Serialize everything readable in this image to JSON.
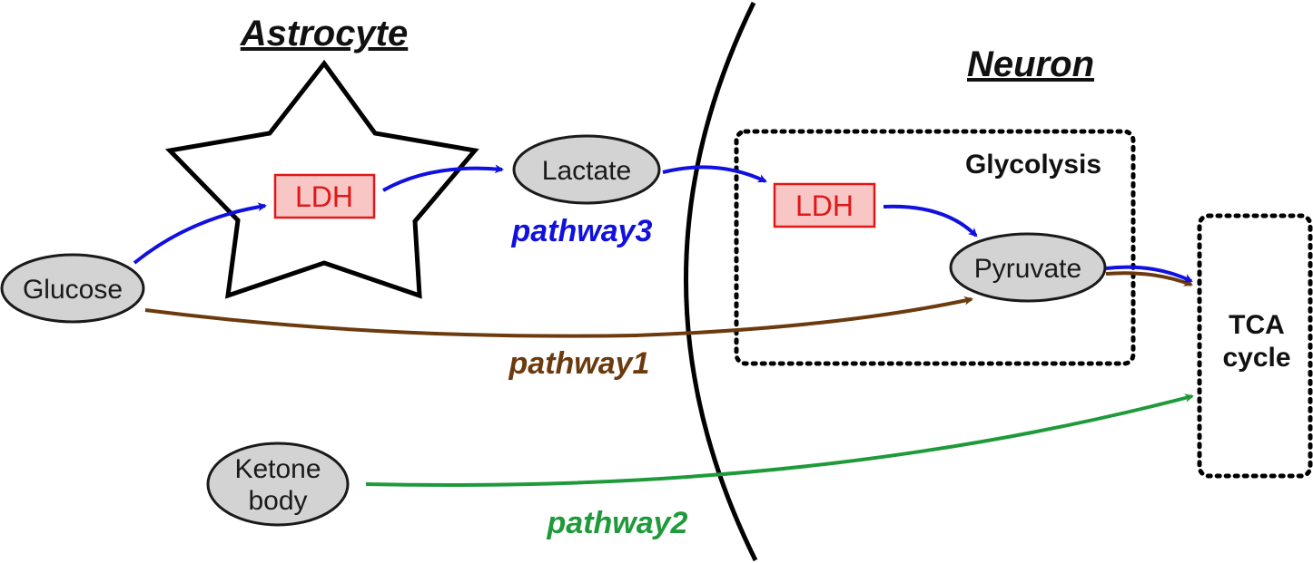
{
  "titles": {
    "astrocyte": "Astrocyte",
    "neuron": "Neuron"
  },
  "nodes": {
    "glucose": "Glucose",
    "lactate": "Lactate",
    "ketone_line1": "Ketone",
    "ketone_line2": "body",
    "pyruvate": "Pyruvate",
    "ldh_astrocyte": "LDH",
    "ldh_neuron": "LDH"
  },
  "boxes": {
    "glycolysis": "Glycolysis",
    "tca_line1": "TCA",
    "tca_line2": "cycle"
  },
  "pathways": {
    "p1": "pathway1",
    "p2": "pathway2",
    "p3": "pathway3"
  },
  "colors": {
    "pathway1": "#6b3a0e",
    "pathway2": "#1f9a3a",
    "pathway3": "#1010e0",
    "ldh_text": "#e01818",
    "ldh_fill": "#f9c6c6",
    "node_fill": "#d3d3d3"
  }
}
